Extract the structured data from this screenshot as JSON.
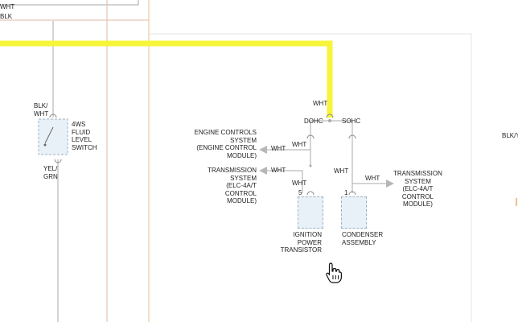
{
  "colors": {
    "highlight_wire": "#f7f53a",
    "wire_brown": "#e2b8a3",
    "wire_orange": "#e9c28f",
    "wire_gray": "#a9a9a9",
    "component_fill": "#e8f1f8",
    "arrow_gray": "#b7b7b7"
  },
  "top_left": {
    "wire1": "WHT",
    "wire2": "BLK"
  },
  "switch": {
    "top_wire": "BLK/\nWHT",
    "name": "4WS\nFLUID\nLEVEL\nSWITCH",
    "bottom_wire": "YEL/\nGRN"
  },
  "splice": {
    "top_wire": "WHT",
    "left_branch": "DOHC",
    "right_branch": "SOHC"
  },
  "engine_controls": {
    "text": "ENGINE CONTROLS\nSYSTEM\n(ENGINE CONTROL\nMODULE)",
    "wire_a": "WHT",
    "wire_b": "WHT"
  },
  "trans_left": {
    "text": "TRANSMISSION\nSYSTEM\n(ELC-4A/T\nCONTROL\nMODULE)",
    "wire": "WHT"
  },
  "ignition": {
    "wire": "WHT",
    "pin": "5",
    "name": "IGNITION\nPOWER\nTRANSISTOR"
  },
  "condenser": {
    "wire": "WHT",
    "pin": "1",
    "name": "CONDENSER\nASSEMBLY"
  },
  "trans_right": {
    "text": "TRANSMISSION\nSYSTEM\n(ELC-4A/T\nCONTROL\nMODULE)",
    "wire": "WHT"
  },
  "right_edge": {
    "wire": "BLK/Y"
  },
  "cursor_icon": "hand-pointer-icon"
}
